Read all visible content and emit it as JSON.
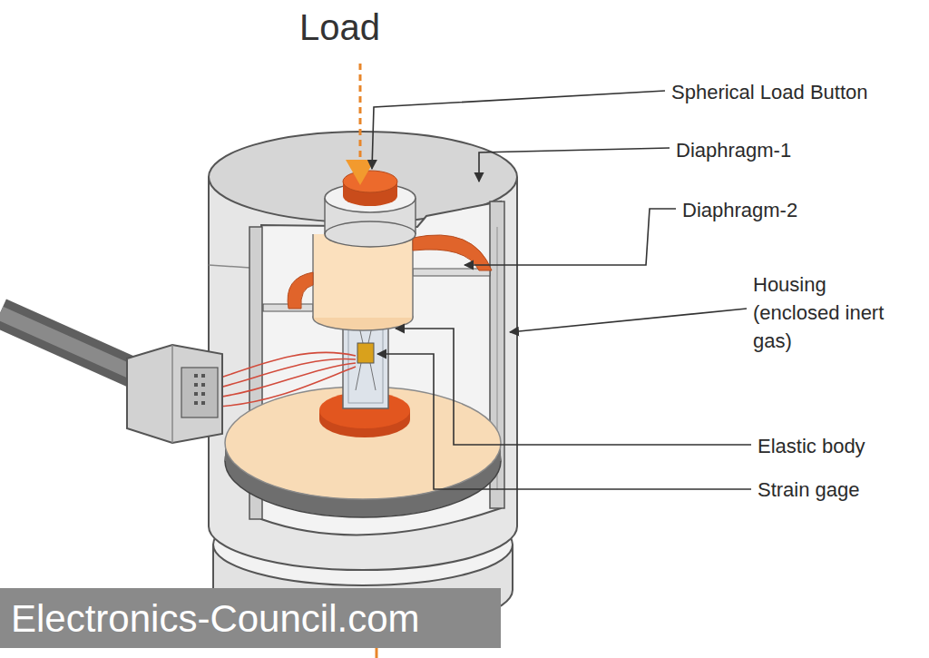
{
  "diagram": {
    "labels": [
      "Load",
      "Spherical Load Button",
      "Diaphragm-1",
      "Diaphragm-2",
      "Housing (enclosed inert gas)",
      "Elastic body",
      "Strain gage",
      "Electronics-Council.com"
    ]
  }
}
